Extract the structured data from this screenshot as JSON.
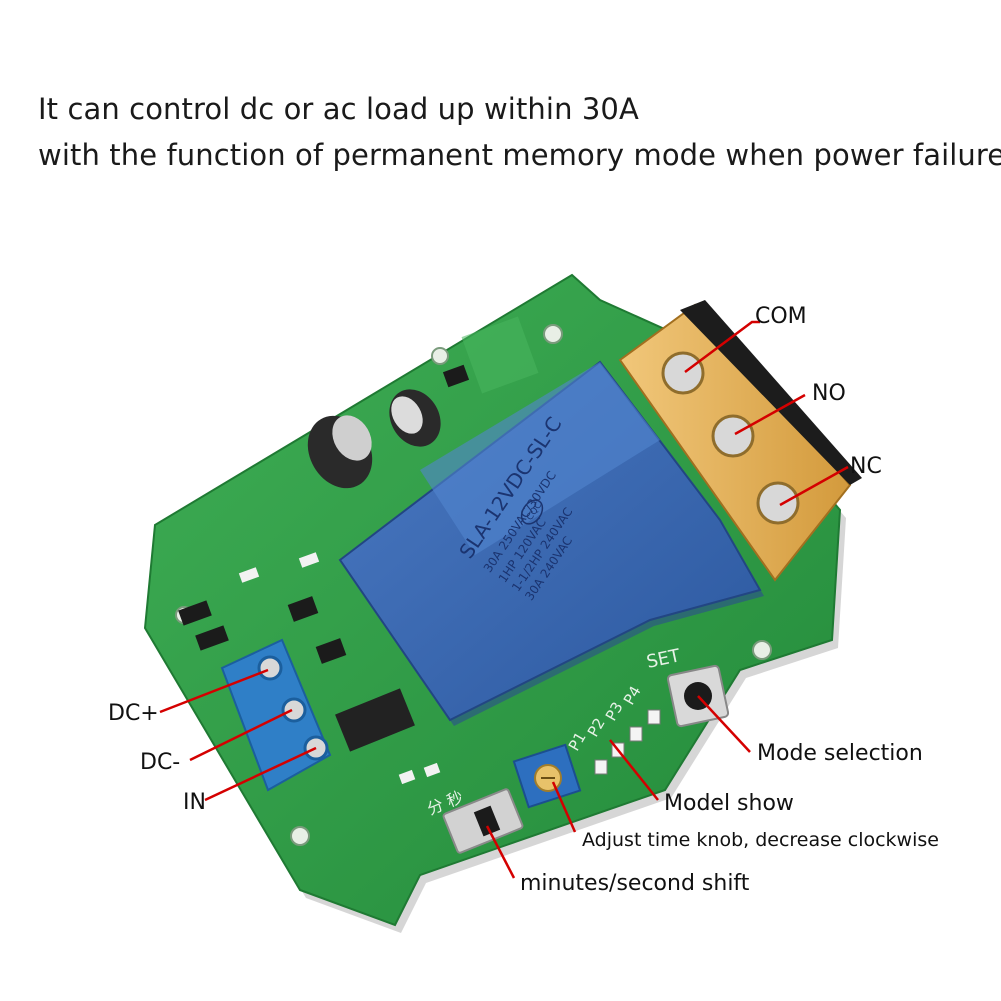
{
  "headline": {
    "line1": "It can control dc or ac load up within 30A",
    "line2": "with the function of permanent memory mode when power failure"
  },
  "relay": {
    "model": "SLA-12VDC-SL-C",
    "rating1": "30A  250VAC/30VDC",
    "rating2": "1HP 120VAC",
    "rating3": "1-1/2HP 240VAC",
    "rating4": "30A 240VAC",
    "cert": "CQC"
  },
  "board_marks": {
    "set": "SET",
    "p1": "P1",
    "p2": "P2",
    "p3": "P3",
    "p4": "P4",
    "minute_second": "分 秒"
  },
  "callouts": {
    "com": "COM",
    "no": "NO",
    "nc": "NC",
    "dc_plus": "DC+",
    "dc_minus": "DC-",
    "in": "IN",
    "mode_selection": "Mode selection",
    "model_show": "Model show",
    "adjust_knob": "Adjust time knob,   decrease clockwise",
    "min_sec_shift": "minutes/second shift"
  },
  "colors": {
    "pcb": "#2f9a44",
    "relay": "#3866b0",
    "terminal_block": "#e6b25a",
    "screw_terminal": "#2f7fc7",
    "pointer_line": "#d40000"
  }
}
